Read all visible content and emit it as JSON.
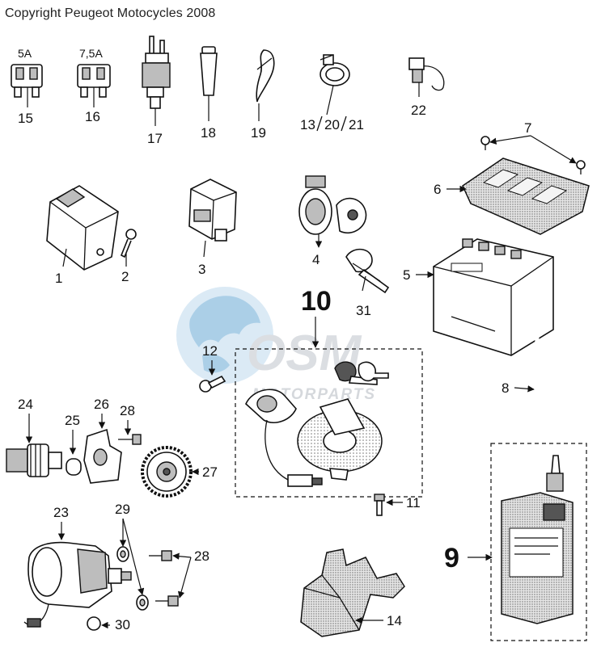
{
  "copyright": "Copyright Peugeot Motocycles 2008",
  "watermark": {
    "brand": "OSM",
    "sub": "MOTORPARTS",
    "globe_color": "#9cc6e3",
    "text_color": "#cfd3d8"
  },
  "fuse_ratings": {
    "fuse_15": "5A",
    "fuse_16": "7,5A"
  },
  "callouts": {
    "c1": "1",
    "c2": "2",
    "c3": "3",
    "c4": "4",
    "c5": "5",
    "c6": "6",
    "c7": "7",
    "c8": "8",
    "c9": "9",
    "c10": "10",
    "c11": "11",
    "c12": "12",
    "c13": "13",
    "c13_sep1": "20",
    "c13_sep2": "21",
    "c14": "14",
    "c15": "15",
    "c16": "16",
    "c17": "17",
    "c18": "18",
    "c19": "19",
    "c22": "22",
    "c23": "23",
    "c24": "24",
    "c25": "25",
    "c26": "26",
    "c27": "27",
    "c28a": "28",
    "c28b": "28",
    "c29": "29",
    "c30": "30",
    "c31": "31"
  },
  "colors": {
    "ink": "#111111",
    "dotted_fill": "#d9d9d9"
  }
}
